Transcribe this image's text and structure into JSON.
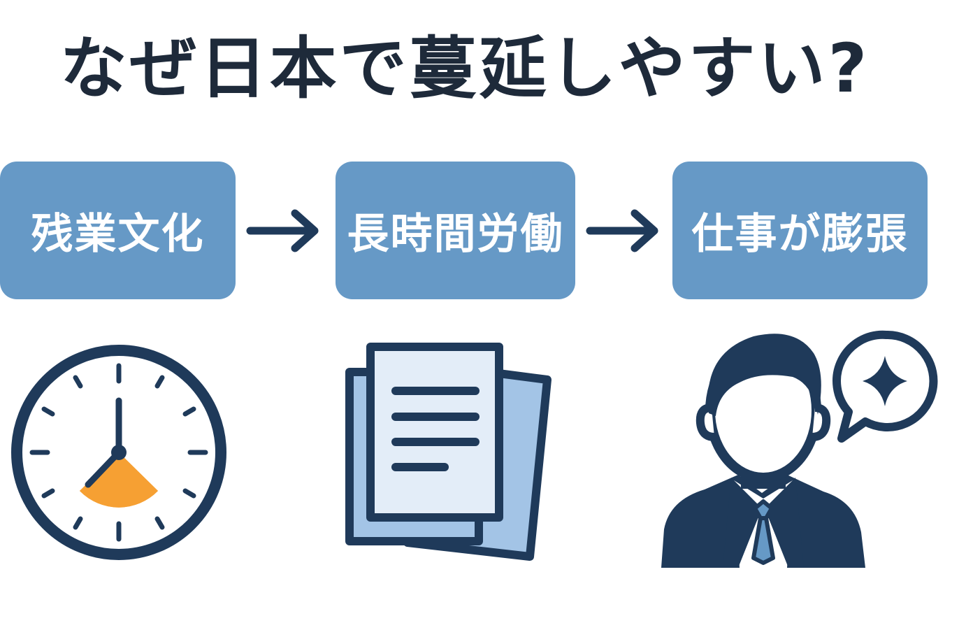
{
  "title": "なぜ日本で蔓延しやすい?",
  "flow": [
    {
      "label": "残業文化"
    },
    {
      "label": "長時間労働"
    },
    {
      "label": "仕事が膨張"
    }
  ],
  "icons": {
    "clock": "clock-icon",
    "documents": "documents-icon",
    "person": "businessperson-icon",
    "speech": "speech-bubble-sparkle-icon",
    "arrow": "arrow-right-icon"
  },
  "colors": {
    "box_fill": "#6699c6",
    "dark_navy": "#1f3a5a",
    "accent_orange": "#f6a033",
    "paper_blue": "#a3c4e6",
    "paper_light": "#e3edf8",
    "tie_blue": "#6699c6",
    "title_text": "#1e2a3a"
  }
}
